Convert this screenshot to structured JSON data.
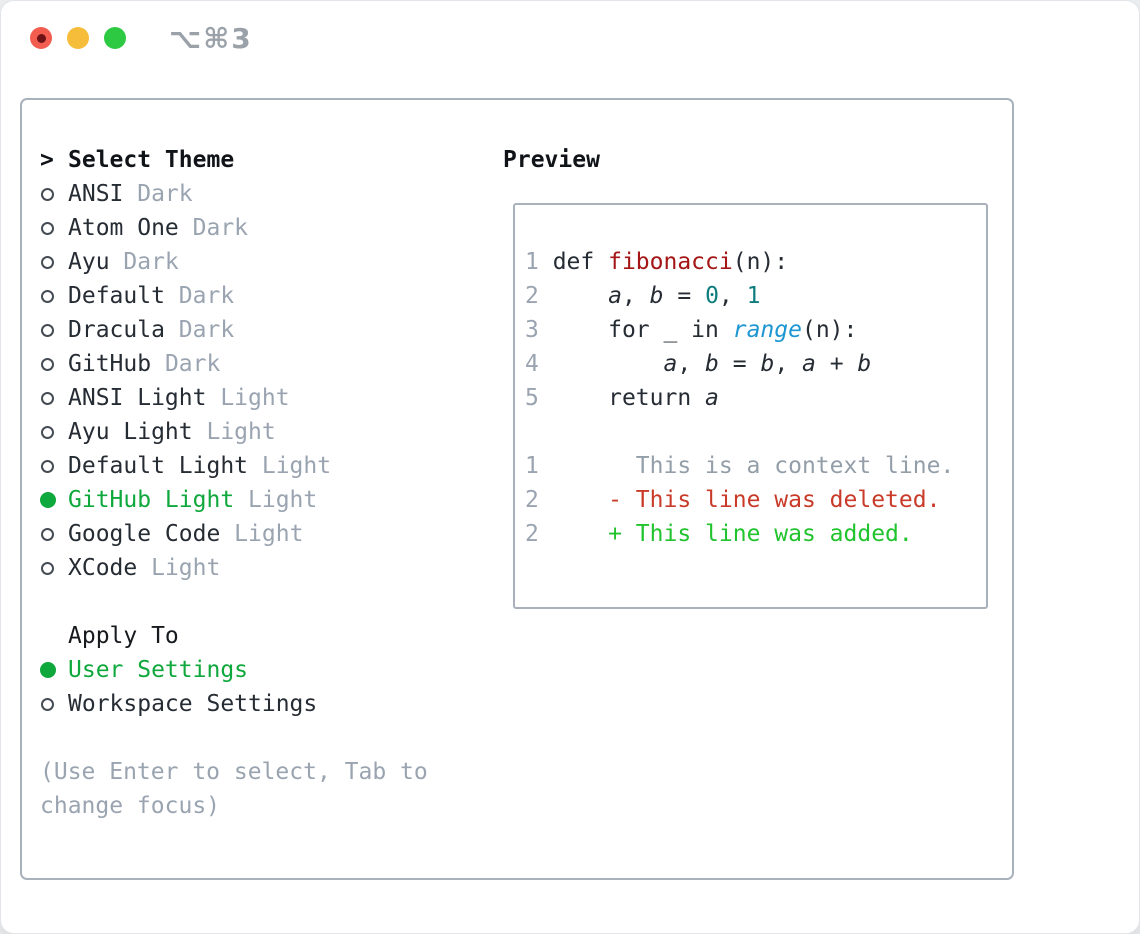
{
  "window": {
    "title": "⌥⌘3",
    "traffic_lights": [
      "close",
      "minimize",
      "zoom"
    ]
  },
  "colors": {
    "ink": "#262c33",
    "muted": "#9aa4b1",
    "selection_green": "#0fa83c",
    "diff_added_green": "#21c32e",
    "diff_deleted_red": "#c93a28",
    "function_red": "#a41515",
    "number_teal": "#0d7d7e",
    "builtin_blue": "#1e96d2",
    "panel_border": "#a9b1bc",
    "traffic_red": "#f25d50",
    "traffic_yellow": "#f6bd3a",
    "traffic_green": "#2ec943"
  },
  "left": {
    "caret": ">",
    "heading": "Select Theme",
    "themes": [
      {
        "name": "ANSI",
        "variant": "Dark",
        "selected": false
      },
      {
        "name": "Atom One",
        "variant": "Dark",
        "selected": false
      },
      {
        "name": "Ayu",
        "variant": "Dark",
        "selected": false
      },
      {
        "name": "Default",
        "variant": "Dark",
        "selected": false
      },
      {
        "name": "Dracula",
        "variant": "Dark",
        "selected": false
      },
      {
        "name": "GitHub",
        "variant": "Dark",
        "selected": false
      },
      {
        "name": "ANSI Light",
        "variant": "Light",
        "selected": false
      },
      {
        "name": "Ayu Light",
        "variant": "Light",
        "selected": false
      },
      {
        "name": "Default Light",
        "variant": "Light",
        "selected": false
      },
      {
        "name": "GitHub Light",
        "variant": "Light",
        "selected": true
      },
      {
        "name": "Google Code",
        "variant": "Light",
        "selected": false
      },
      {
        "name": "XCode",
        "variant": "Light",
        "selected": false
      }
    ],
    "apply_heading": "Apply To",
    "apply_options": [
      {
        "label": "User Settings",
        "selected": true
      },
      {
        "label": "Workspace Settings",
        "selected": false
      }
    ],
    "hint_lines": [
      "(Use Enter to select, Tab to",
      "change focus)"
    ]
  },
  "preview": {
    "title": "Preview",
    "code_lines": [
      {
        "num": "1",
        "tokens": [
          {
            "t": "def ",
            "s": "plain"
          },
          {
            "t": "fibonacci",
            "s": "func"
          },
          {
            "t": "(n):",
            "s": "plain"
          }
        ]
      },
      {
        "num": "2",
        "tokens": [
          {
            "t": "    ",
            "s": "plain"
          },
          {
            "t": "a",
            "s": "var"
          },
          {
            "t": ", ",
            "s": "plain"
          },
          {
            "t": "b",
            "s": "var"
          },
          {
            "t": " = ",
            "s": "plain"
          },
          {
            "t": "0",
            "s": "num"
          },
          {
            "t": ", ",
            "s": "plain"
          },
          {
            "t": "1",
            "s": "num"
          }
        ]
      },
      {
        "num": "3",
        "tokens": [
          {
            "t": "    for _ in ",
            "s": "plain"
          },
          {
            "t": "range",
            "s": "builtin"
          },
          {
            "t": "(n):",
            "s": "plain"
          }
        ]
      },
      {
        "num": "4",
        "tokens": [
          {
            "t": "        ",
            "s": "plain"
          },
          {
            "t": "a",
            "s": "var"
          },
          {
            "t": ", ",
            "s": "plain"
          },
          {
            "t": "b",
            "s": "var"
          },
          {
            "t": " = ",
            "s": "plain"
          },
          {
            "t": "b",
            "s": "var"
          },
          {
            "t": ", ",
            "s": "plain"
          },
          {
            "t": "a",
            "s": "var"
          },
          {
            "t": " + ",
            "s": "plain"
          },
          {
            "t": "b",
            "s": "var"
          }
        ]
      },
      {
        "num": "5",
        "tokens": [
          {
            "t": "    return ",
            "s": "plain"
          },
          {
            "t": "a",
            "s": "var"
          }
        ]
      }
    ],
    "diff_lines": [
      {
        "num": "1",
        "pad": "       ",
        "marker": "",
        "text": "This is a context line.",
        "kind": "context"
      },
      {
        "num": "2",
        "pad": "     ",
        "marker": "- ",
        "text": "This line was deleted.",
        "kind": "deleted"
      },
      {
        "num": "2",
        "pad": "     ",
        "marker": "+ ",
        "text": "This line was added.",
        "kind": "added"
      }
    ]
  }
}
